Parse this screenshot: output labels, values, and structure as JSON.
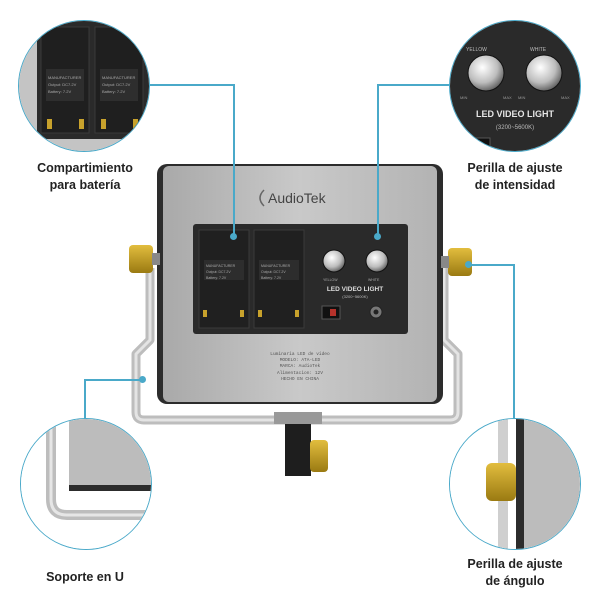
{
  "labels": {
    "battery": [
      "Compartimiento",
      "para batería"
    ],
    "intensity": [
      "Perilla de ajuste",
      "de intensidad"
    ],
    "stand": "Soporte en U",
    "angle": [
      "Perilla de ajuste",
      "de ángulo"
    ]
  },
  "panel": {
    "brand": "AudioTek",
    "title": "LED VIDEO LIGHT",
    "range": "(3200~5600K)",
    "knob_left": "YELLOW",
    "knob_right": "WHITE",
    "knob_min": "MIN",
    "knob_max": "MAX"
  },
  "battery_plate": {
    "line1": "MANUFACTURER",
    "line2": "Output: DC7.2V",
    "line3": "Battery: 7.2V"
  },
  "sticker": {
    "line1": "Luminaria LED de video",
    "line2": "MODELO: ATA-LED",
    "line3": "Alimentacion: 12V",
    "line4": "MARCA: AudioTek",
    "line5": "HECHO EN CHINA"
  },
  "colors": {
    "accent": "#4aa9c9",
    "panel_body": "#b9b9b9",
    "frame_dark": "#2c2c2c",
    "knob_gold": "#c8a22c"
  }
}
